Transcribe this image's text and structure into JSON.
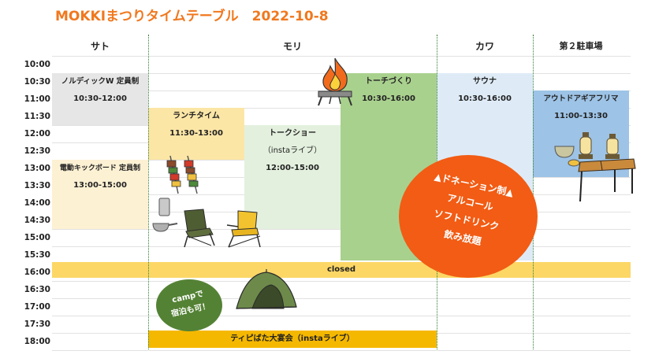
{
  "header": {
    "title": "MOKKIまつりタイムテーブル　2022-10-8"
  },
  "columns": [
    "サト",
    "モリ",
    "カワ",
    "第２駐車場"
  ],
  "times": [
    "10:00",
    "10:30",
    "11:00",
    "11:30",
    "12:00",
    "12:30",
    "13:00",
    "13:30",
    "14:00",
    "14:30",
    "15:00",
    "15:30",
    "16:00",
    "16:30",
    "17:00",
    "17:30",
    "18:00"
  ],
  "events": {
    "nordic": {
      "title": "ノルディックW 定員制",
      "time": "10:30-12:00"
    },
    "kickboard": {
      "title": "電動キックボード 定員制",
      "time": "13:00-15:00"
    },
    "lunch": {
      "title": "ランチタイム",
      "time": "11:30-13:00"
    },
    "talk": {
      "title": "トークショー",
      "sub": "（instaライブ）",
      "time": "12:00-15:00"
    },
    "torch": {
      "title": "トーチづくり",
      "time": "10:30-16:00"
    },
    "sauna": {
      "title": "サウナ",
      "time": "10:30-16:00"
    },
    "flea": {
      "title": "アウトドアギアフリマ",
      "time": "11:00-13:30"
    },
    "closed": {
      "label": "closed"
    },
    "party": {
      "label": "ティピばた大宴会（instaライブ）"
    }
  },
  "badges": {
    "drinks": {
      "line1": "▲ドネーション制▲",
      "line2": "アルコール",
      "line3": "ソフトドリンク",
      "line4": "飲み放題"
    },
    "camp": {
      "line1": "campで",
      "line2": "宿泊も可！"
    }
  },
  "colors": {
    "title": "#f0781e",
    "gray": "#e6e6e6",
    "light_yellow": "#fdf1d4",
    "yellow": "#fce6a6",
    "light_green": "#e3f0de",
    "green": "#a9d18e",
    "light_blue": "#deebf7",
    "blue": "#9dc3e6",
    "band_yellow": "#fcd766",
    "band_orange": "#f5b800",
    "badge_orange": "#f25c14",
    "badge_green": "#548235"
  },
  "icons": [
    "campfire-icon",
    "skewers-icon",
    "cup-icon",
    "pot-icon",
    "camp-chair-icon",
    "folding-chair-icon",
    "tent-icon",
    "lanterns-icon",
    "bowl-icon",
    "camp-table-icon"
  ]
}
